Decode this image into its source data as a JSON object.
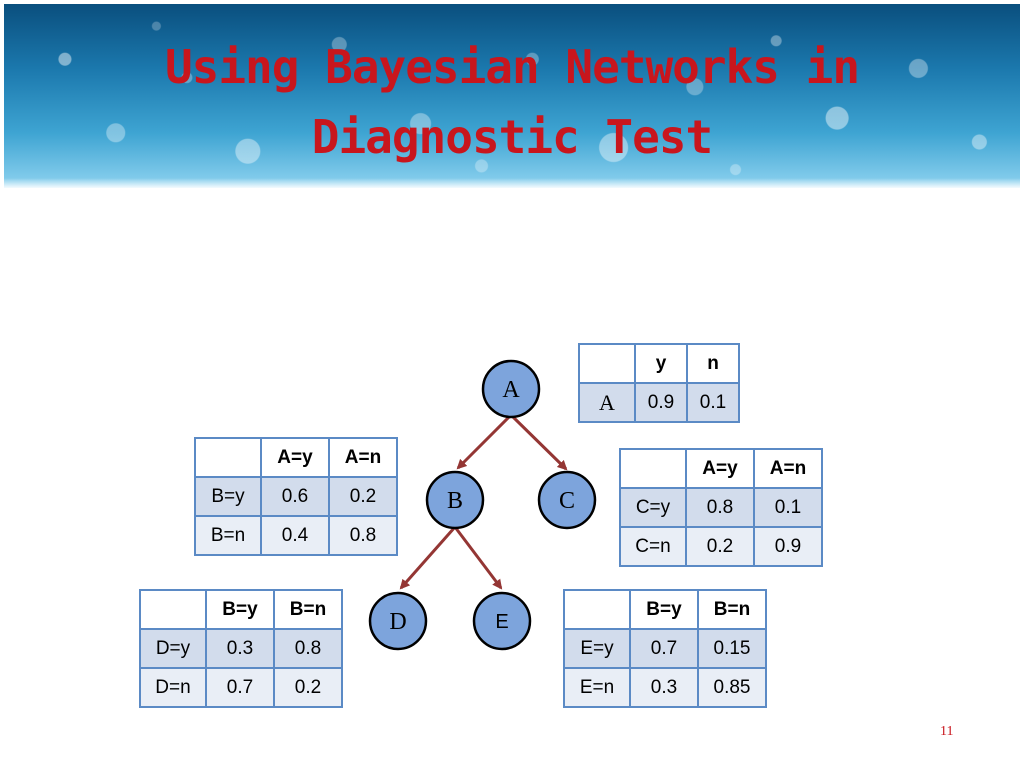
{
  "slide": {
    "title_line1": "Using Bayesian Networks in",
    "title_line2": "Diagnostic Test",
    "page_number": "11"
  },
  "nodes": {
    "A": "A",
    "B": "B",
    "C": "C",
    "D": "D",
    "E": "E"
  },
  "tables": {
    "A": {
      "cols": [
        "y",
        "n"
      ],
      "rows": [
        {
          "label": "A",
          "values": [
            "0.9",
            "0.1"
          ]
        }
      ]
    },
    "B": {
      "cols": [
        "A=y",
        "A=n"
      ],
      "rows": [
        {
          "label": "B=y",
          "values": [
            "0.6",
            "0.2"
          ]
        },
        {
          "label": "B=n",
          "values": [
            "0.4",
            "0.8"
          ]
        }
      ]
    },
    "C": {
      "cols": [
        "A=y",
        "A=n"
      ],
      "rows": [
        {
          "label": "C=y",
          "values": [
            "0.8",
            "0.1"
          ]
        },
        {
          "label": "C=n",
          "values": [
            "0.2",
            "0.9"
          ]
        }
      ]
    },
    "D": {
      "cols": [
        "B=y",
        "B=n"
      ],
      "rows": [
        {
          "label": "D=y",
          "values": [
            "0.3",
            "0.8"
          ]
        },
        {
          "label": "D=n",
          "values": [
            "0.7",
            "0.2"
          ]
        }
      ]
    },
    "E": {
      "cols": [
        "B=y",
        "B=n"
      ],
      "rows": [
        {
          "label": "E=y",
          "values": [
            "0.7",
            "0.15"
          ]
        },
        {
          "label": "E=n",
          "values": [
            "0.3",
            "0.85"
          ]
        }
      ]
    }
  },
  "colors": {
    "title": "#c8161d",
    "node_fill": "#7da4dc",
    "edge": "#943634",
    "table_border": "#5b8ac5"
  }
}
